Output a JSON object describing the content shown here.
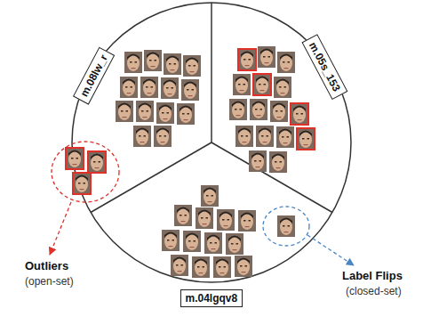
{
  "diagram": {
    "nodes": [
      {
        "text": [
          "m.08lw_r"
        ]
      },
      {
        "text": [
          "m.05s_153"
        ]
      },
      {
        "text": [
          "m.04lgqv8"
        ]
      }
    ],
    "labels": [
      "Outliers",
      "(open-set)",
      "Label Flips",
      "(closed-set)"
    ]
  }
}
